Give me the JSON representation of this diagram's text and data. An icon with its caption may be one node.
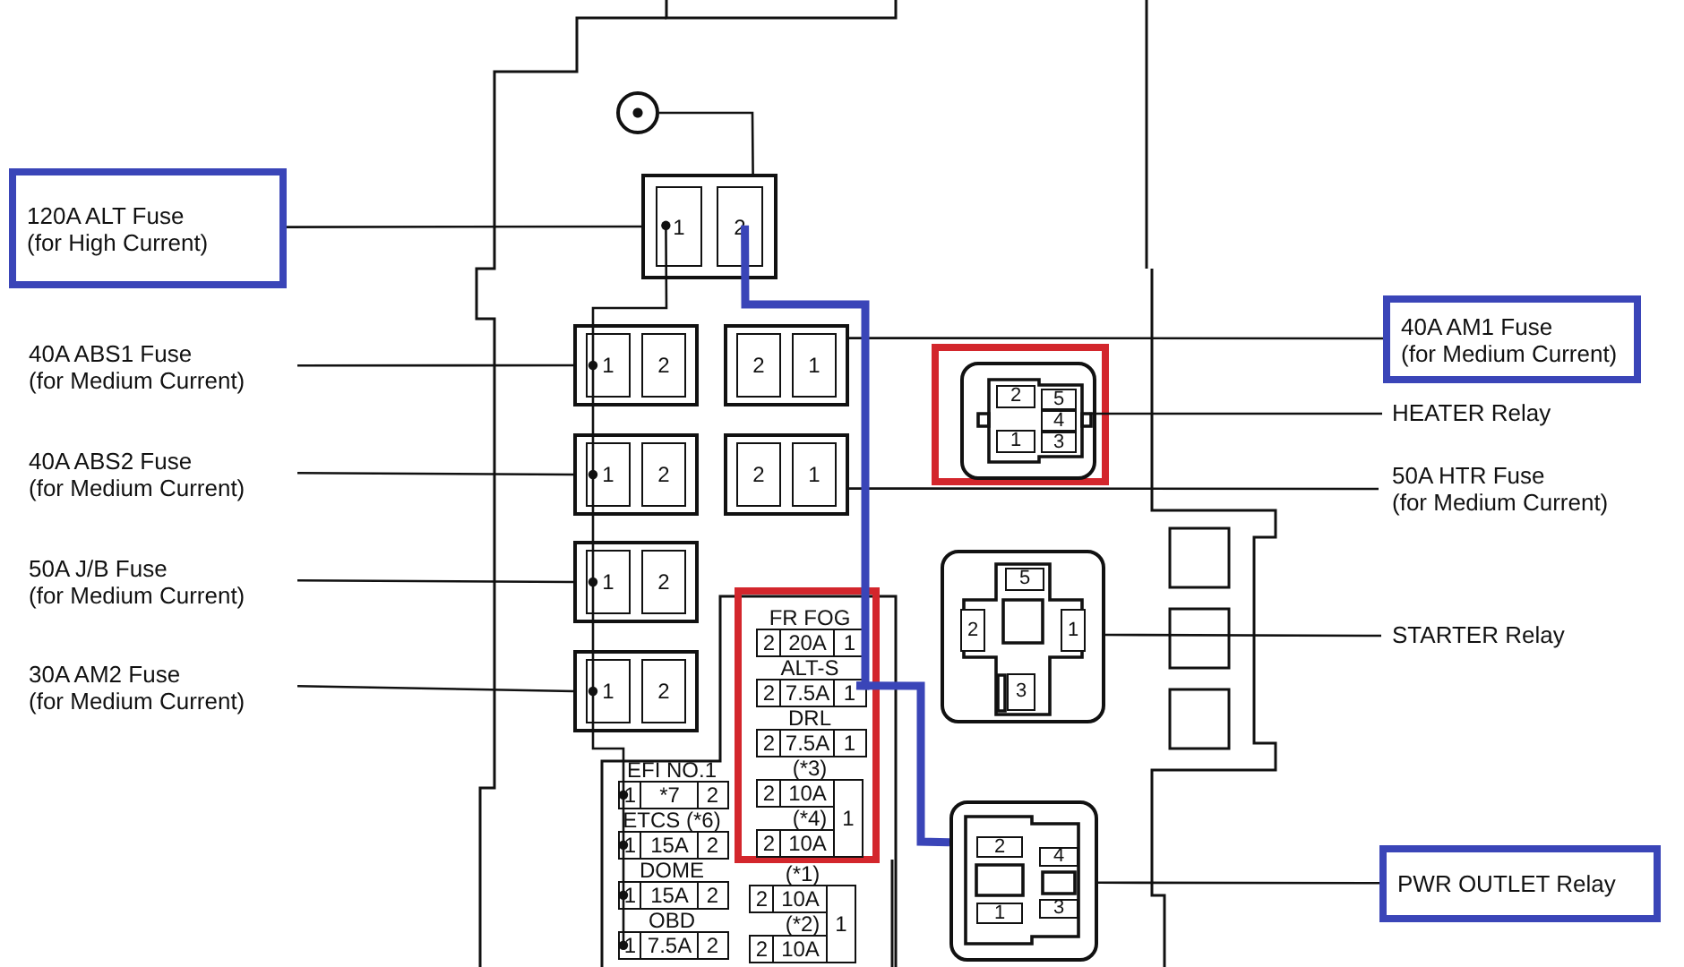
{
  "diagram": {
    "nodes": [
      {
        "text": [],
        "shape": "circle"
      },
      {
        "text": [
          "120A ALT Fuse",
          "(for High Current)"
        ]
      },
      {
        "text": [
          "1",
          "2"
        ]
      },
      {
        "text": [
          "40A ABS1 Fuse",
          "(for Medium Current)"
        ]
      },
      {
        "text": [
          "1",
          "2"
        ]
      },
      {
        "text": [
          "2",
          "1"
        ]
      },
      {
        "text": [
          "40A AM1 Fuse",
          "(for Medium Current)"
        ]
      },
      {
        "text": [],
        "shape": "box"
      },
      {
        "text": [
          "2",
          "5",
          "4",
          "1",
          "3"
        ],
        "in": 7
      },
      {
        "text": [
          "HEATER Relay"
        ]
      },
      {
        "text": [
          "40A ABS2 Fuse",
          "(for Medium Current)"
        ]
      },
      {
        "text": [
          "1",
          "2"
        ]
      },
      {
        "text": [
          "2",
          "1"
        ]
      },
      {
        "text": [
          "50A HTR Fuse",
          "(for Medium Current)"
        ]
      },
      {
        "text": [
          "50A J/B Fuse",
          "(for Medium Current)"
        ]
      },
      {
        "text": [
          "1",
          "2"
        ]
      },
      {
        "text": [],
        "shape": "box"
      },
      {
        "text": [
          "FR FOG",
          "2",
          "20A",
          "1"
        ],
        "in": 16
      },
      {
        "text": [
          "ALT-S",
          "2",
          "7.5A",
          "1"
        ],
        "in": 16
      },
      {
        "text": [
          "DRL",
          "2",
          "7.5A",
          "1"
        ],
        "in": 16
      },
      {
        "text": [
          "5",
          "2",
          "1",
          "3"
        ]
      },
      {
        "text": [
          "STARTER Relay"
        ]
      },
      {
        "text": [
          "30A AM2 Fuse",
          "(for Medium Current)"
        ]
      },
      {
        "text": [
          "1",
          "2"
        ]
      },
      {
        "text": [
          "EFI NO.1",
          "1",
          "*7",
          "2"
        ]
      },
      {
        "text": [
          "(*3)",
          "2",
          "10A",
          "(*4)",
          "2",
          "10A",
          "1"
        ],
        "in": 16
      },
      {
        "text": [
          "ETCS (*6)",
          "1",
          "15A",
          "2"
        ]
      },
      {
        "text": [
          "2",
          "4",
          "1",
          "3"
        ]
      },
      {
        "text": [
          "PWR OUTLET Relay"
        ]
      },
      {
        "text": [
          "DOME",
          "1",
          "15A",
          "2"
        ]
      },
      {
        "text": [
          "(*1)",
          "2",
          "10A",
          "(*2)",
          "2",
          "10A",
          "1"
        ]
      },
      {
        "text": [
          "OBD",
          "1",
          "7.5A",
          "2"
        ]
      }
    ],
    "edges": [
      {
        "from": 1,
        "to": 2,
        "arrow": "none"
      },
      {
        "from": 3,
        "to": 4,
        "arrow": "none"
      },
      {
        "from": 6,
        "to": 5,
        "arrow": "none"
      },
      {
        "from": 9,
        "to": 8,
        "arrow": "none"
      },
      {
        "from": 10,
        "to": 11,
        "arrow": "none"
      },
      {
        "from": 13,
        "to": 12,
        "arrow": "none"
      },
      {
        "from": 14,
        "to": 15,
        "arrow": "none"
      },
      {
        "from": 21,
        "to": 20,
        "arrow": "none"
      },
      {
        "from": 22,
        "to": 23,
        "arrow": "none"
      },
      {
        "from": 28,
        "to": 27,
        "arrow": "none"
      },
      {
        "from": 0,
        "to": 2,
        "arrow": "none"
      },
      {
        "from": 2,
        "to": 4,
        "arrow": "other"
      },
      {
        "from": 2,
        "to": 11,
        "arrow": "other"
      },
      {
        "from": 2,
        "to": 15,
        "arrow": "other"
      },
      {
        "from": 2,
        "to": 23,
        "arrow": "other"
      },
      {
        "from": 2,
        "to": 24,
        "arrow": "other"
      },
      {
        "from": 2,
        "to": 26,
        "arrow": "other"
      },
      {
        "from": 2,
        "to": 29,
        "arrow": "other"
      },
      {
        "from": 2,
        "to": 31,
        "arrow": "other"
      },
      {
        "from": 2,
        "to": 18,
        "arrow": "none",
        "style": "thick",
        "color": "#3a45b8"
      },
      {
        "from": 18,
        "to": 27,
        "arrow": "none",
        "style": "thick",
        "color": "#3a45b8"
      }
    ]
  }
}
